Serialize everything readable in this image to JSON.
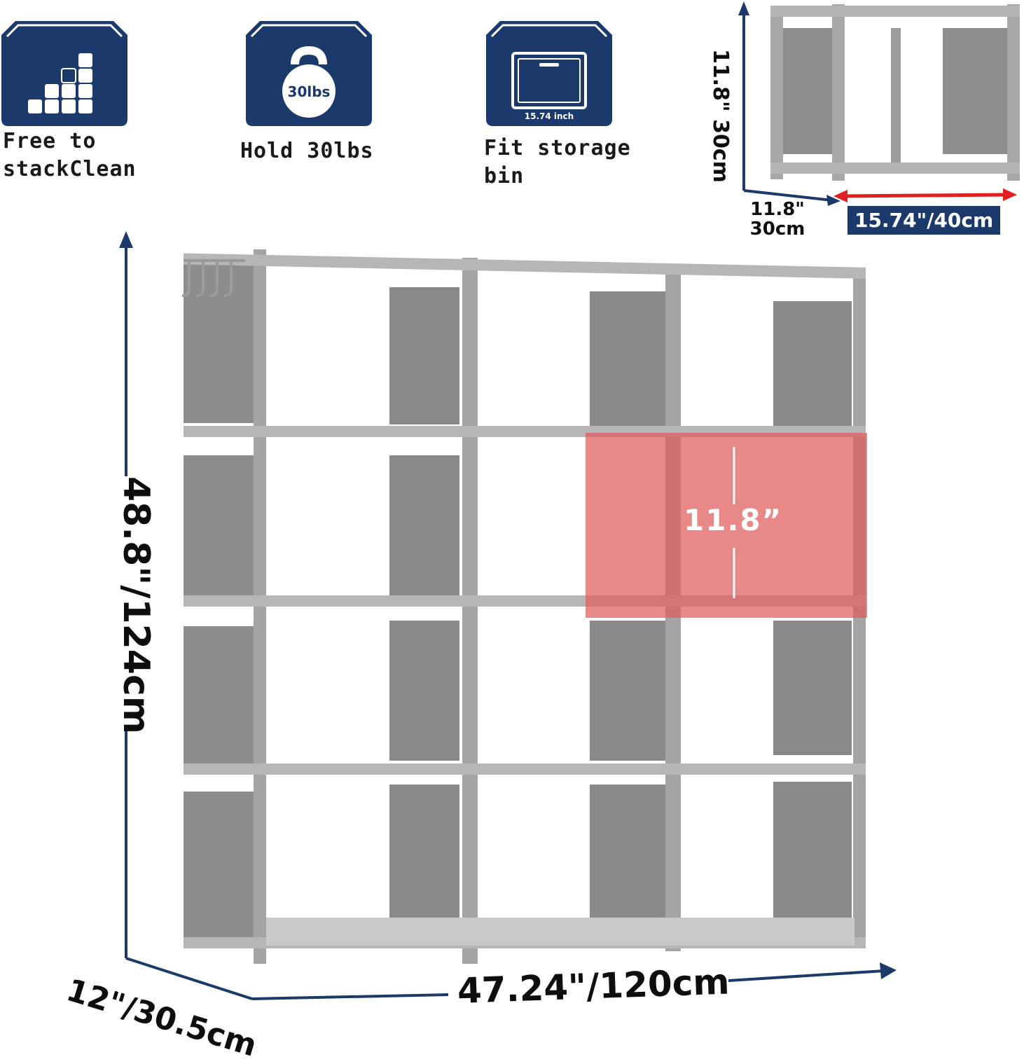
{
  "features": [
    {
      "icon": "stack-icon",
      "label_line1": "Free to",
      "label_line2": "stackClean"
    },
    {
      "icon": "kettlebell-icon",
      "badge_text": "30lbs",
      "label_line1": "Hold 30lbs"
    },
    {
      "icon": "storage-bin-icon",
      "inner_text": "15.74 inch",
      "label_line1": "Fit storage",
      "label_line2": "bin"
    }
  ],
  "single_cube": {
    "height_label": "11.8\" 30cm",
    "depth_label_line1": "11.8\"",
    "depth_label_line2": "30cm",
    "width_label": "15.74\"/40cm"
  },
  "shelf": {
    "height_label": "48.8\"/124cm",
    "width_label": "47.24\"/120cm",
    "depth_label": "12\"/30.5cm",
    "cube_height_label": "11.8”"
  },
  "colors": {
    "navy": "#1b3a6b",
    "frame_gray": "#9a9a9a",
    "panel_gray": "#8a8a8a",
    "highlight_red": "#e05a5a",
    "arrow_red": "#e02020"
  }
}
